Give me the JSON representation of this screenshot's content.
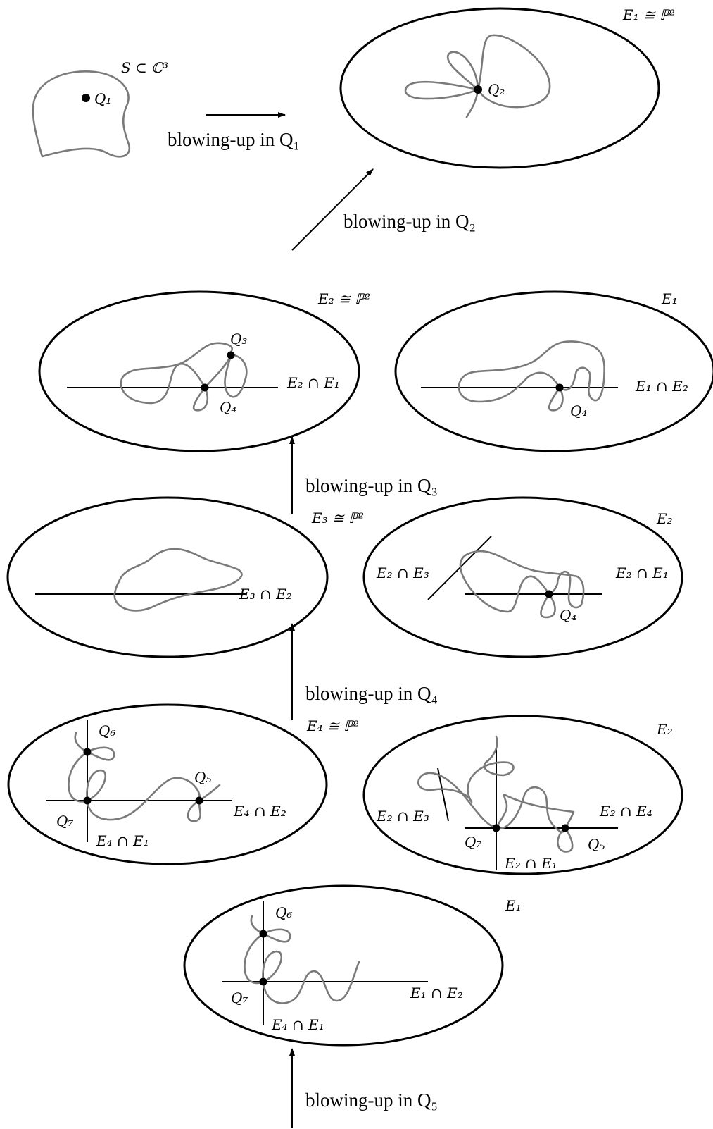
{
  "labels": {
    "S": "S ⊂ ℂ³",
    "Q1": "Q₁",
    "Q2": "Q₂",
    "Q3": "Q₃",
    "Q4": "Q₄",
    "Q5": "Q₅",
    "Q6": "Q₆",
    "Q7": "Q₇",
    "E1_iso": "E₁ ≅ ℙ²",
    "E2_iso": "E₂ ≅ ℙ²",
    "E3_iso": "E₃ ≅ ℙ²",
    "E4_iso": "E₄ ≅ ℙ²",
    "E1": "E₁",
    "E2": "E₂",
    "E2capE1": "E₂ ∩ E₁",
    "E1capE2": "E₁ ∩ E₂",
    "E3capE2": "E₃ ∩ E₂",
    "E2capE3": "E₂ ∩ E₃",
    "E4capE2": "E₄ ∩ E₂",
    "E4capE1": "E₄ ∩ E₁",
    "E2capE4": "E₂ ∩ E₄"
  },
  "arrows": {
    "blowup_Q1": "blowing-up in Q₁",
    "blowup_Q2": "blowing-up in Q₂",
    "blowup_Q3": "blowing-up in Q₃",
    "blowup_Q4": "blowing-up in Q₄",
    "blowup_Q5": "blowing-up in Q₅"
  }
}
